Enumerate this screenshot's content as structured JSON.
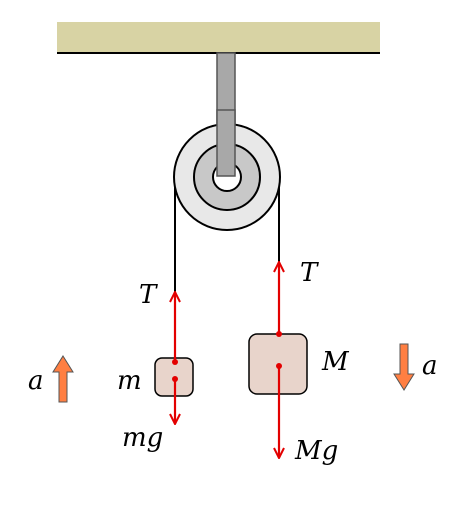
{
  "diagram": {
    "labels": {
      "tension_left": "T",
      "tension_right": "T",
      "small_mass": "m",
      "large_mass": "M",
      "small_weight": "mg",
      "large_weight": "Mg",
      "accel_left": "a",
      "accel_right": "a"
    },
    "accelerations": {
      "left_direction": "up",
      "right_direction": "down"
    },
    "colors": {
      "ceiling": "#d8d3a4",
      "rod": "#a8a8a8",
      "pulley_outer": "#e8e8e8",
      "pulley_inner": "#c8c8c8",
      "mass_fill": "#e8d4cb",
      "force_arrow": "#e30000",
      "accel_arrow": "#ff7f42",
      "rope": "#000000"
    }
  }
}
